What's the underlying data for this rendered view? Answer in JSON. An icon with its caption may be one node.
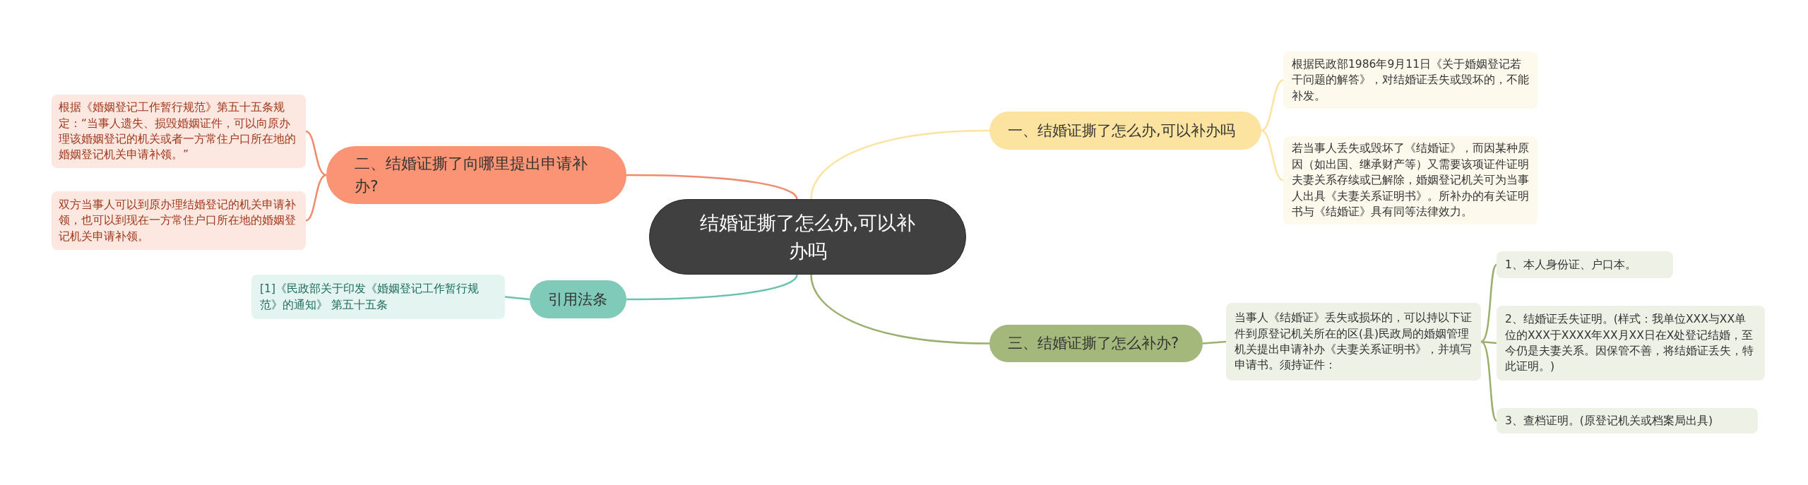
{
  "diagram": {
    "nodes": [
      {
        "text": [
          "结婚证撕了怎么办,可以补办吗"
        ]
      },
      {
        "text": [
          "一、结婚证撕了怎么办,可以补办吗"
        ]
      },
      {
        "text": [
          "根据民政部1986年9月11日《关于婚姻登记若干问题的解答》，对结婚证丢失或毁坏的，不能补发。"
        ]
      },
      {
        "text": [
          "若当事人丢失或毁坏了《结婚证》，而因某种原因（如出国、继承财产等）又需要该项证件证明夫妻关系存续或已解除，婚姻登记机关可为当事人出具《夫妻关系证明书》。所补办的有关证明书与《结婚证》具有同等法律效力。"
        ]
      },
      {
        "text": [
          "二、结婚证撕了向哪里提出申请补办?"
        ]
      },
      {
        "text": [
          "根据《婚姻登记工作暂行规范》第五十五条规定：“当事人遗失、损毁婚姻证件，可以向原办理该婚姻登记的机关或者一方常住户口所在地的婚姻登记机关申请补领。”"
        ]
      },
      {
        "text": [
          "双方当事人可以到原办理结婚登记的机关申请补领，也可以到现在一方常住户口所在地的婚姻登记机关申请补领。"
        ]
      },
      {
        "text": [
          "引用法条"
        ]
      },
      {
        "text": [
          "[1]《民政部关于印发《婚姻登记工作暂行规范》的通知》 第五十五条"
        ]
      },
      {
        "text": [
          "三、结婚证撕了怎么补办?"
        ]
      },
      {
        "text": [
          "当事人《结婚证》丢失或损坏的，可以持以下证件到原登记机关所在的区(县)民政局的婚姻管理机关提出申请补办《夫妻关系证明书》，并填写申请书。须持证件："
        ]
      },
      {
        "text": [
          "1、本人身份证、户口本。"
        ]
      },
      {
        "text": [
          "2、结婚证丢失证明。(样式：我单位XXX与XX单位的XXX于XXXX年XX月XX日在X处登记结婚，至今仍是夫妻关系。因保管不善，将结婚证丢失，特此证明。)"
        ]
      },
      {
        "text": [
          "3、查档证明。(原登记机关或档案局出具)"
        ]
      }
    ],
    "edges": [
      {
        "from": 0,
        "to": 1,
        "arrow": "none",
        "color": "#fde3a0"
      },
      {
        "from": 1,
        "to": 2,
        "arrow": "none",
        "color": "#fde3a0"
      },
      {
        "from": 1,
        "to": 3,
        "arrow": "none",
        "color": "#fde3a0"
      },
      {
        "from": 0,
        "to": 4,
        "arrow": "none",
        "color": "#f08a6c"
      },
      {
        "from": 4,
        "to": 5,
        "arrow": "none",
        "color": "#f08a6c"
      },
      {
        "from": 4,
        "to": 6,
        "arrow": "none",
        "color": "#f08a6c"
      },
      {
        "from": 0,
        "to": 7,
        "arrow": "none",
        "color": "#6cc3ad"
      },
      {
        "from": 7,
        "to": 8,
        "arrow": "none",
        "color": "#6cc3ad"
      },
      {
        "from": 0,
        "to": 9,
        "arrow": "none",
        "color": "#9bb06e"
      },
      {
        "from": 9,
        "to": 10,
        "arrow": "none",
        "color": "#9bb06e"
      },
      {
        "from": 10,
        "to": 11,
        "arrow": "none",
        "color": "#9bb06e"
      },
      {
        "from": 10,
        "to": 12,
        "arrow": "none",
        "color": "#9bb06e"
      },
      {
        "from": 10,
        "to": 13,
        "arrow": "none",
        "color": "#9bb06e"
      }
    ]
  }
}
